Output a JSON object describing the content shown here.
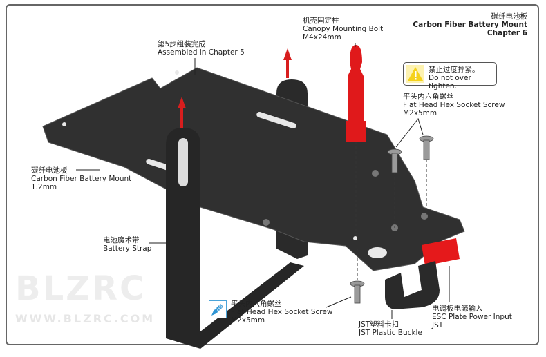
{
  "title": {
    "zh": "碳纤电池板",
    "en": "Carbon Fiber Battery Mount",
    "chapter": "Chapter 6"
  },
  "watermark": {
    "logo": "BLZRC",
    "url": "WWW.BLZRC.COM"
  },
  "warning": {
    "zh": "禁止过度拧紧。",
    "en": "Do not over tighten."
  },
  "labels": {
    "assembled": {
      "zh": "第5步组装完成",
      "en": "Assembled in Chapter 5"
    },
    "canopy_bolt": {
      "zh": "机壳固定柱",
      "en": "Canopy Mounting Bolt",
      "size": "M4x24mm"
    },
    "screw_top": {
      "zh": "平头内六角螺丝",
      "en": "Flat Head Hex Socket Screw",
      "size": "M2x5mm"
    },
    "battery_mount": {
      "zh": "碳纤电池板",
      "en": "Carbon Fiber Battery Mount",
      "size": "1.2mm"
    },
    "strap": {
      "zh": "电池魔术带",
      "en": "Battery Strap"
    },
    "screw_bottom": {
      "zh": "平头内六角螺丝",
      "en": "Flat Head Hex Socket Screw",
      "size": "M2x5mm",
      "tool_icon": "2x5"
    },
    "buckle": {
      "zh": "JST塑料卡扣",
      "en": "JST Plastic Buckle"
    },
    "esc_input": {
      "zh": "电调板电源输入",
      "en": "ESC Plate Power Input",
      "sub": "JST"
    }
  },
  "colors": {
    "plate": "#2f2f2f",
    "red_part": "#e0191b",
    "warning_yellow": "#f5d21c",
    "tool_blue": "#2f95d4"
  }
}
